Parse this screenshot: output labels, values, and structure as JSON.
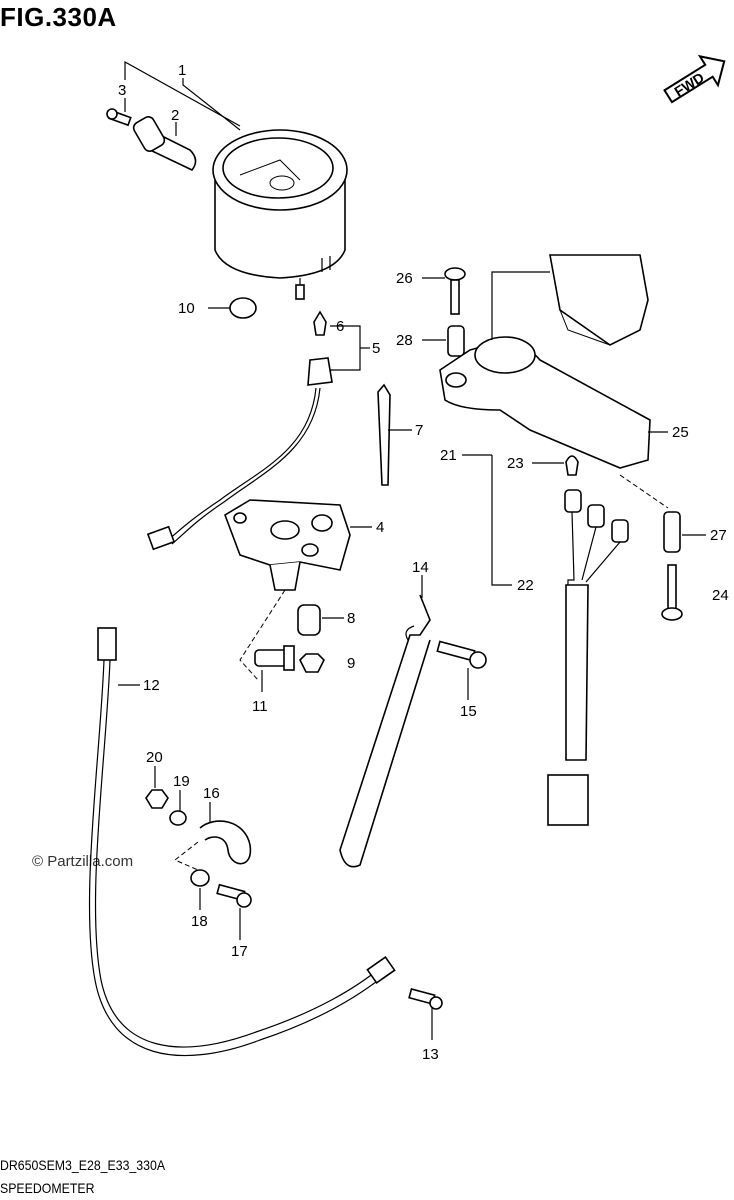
{
  "figure": {
    "title": "FIG.330A",
    "code": "DR650SEM3_E28_E33_330A",
    "caption": "SPEEDOMETER"
  },
  "watermark": "© Partzilla.com",
  "fwd_label": "FWD",
  "callouts": [
    "1",
    "2",
    "3",
    "4",
    "5",
    "6",
    "7",
    "8",
    "9",
    "10",
    "11",
    "12",
    "13",
    "14",
    "15",
    "16",
    "17",
    "18",
    "19",
    "20",
    "21",
    "22",
    "23",
    "24",
    "25",
    "26",
    "27",
    "28"
  ]
}
